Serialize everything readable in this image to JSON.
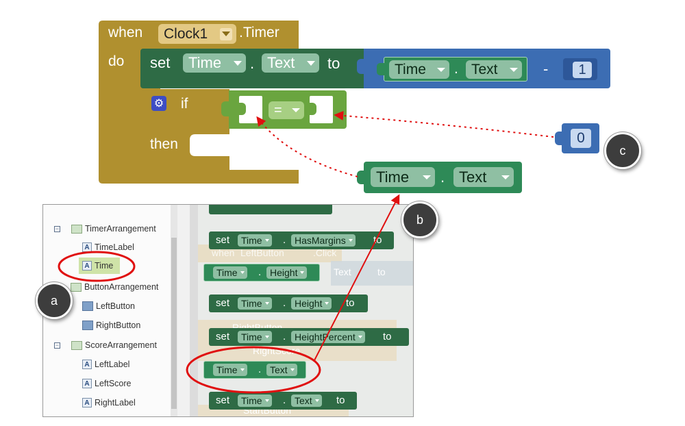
{
  "event_block": {
    "when": "when",
    "component": "Clock1",
    "event": ".Timer",
    "do": "do"
  },
  "set_block": {
    "set": "set",
    "component": "Time",
    "dot": ".",
    "property": "Text",
    "to": "to"
  },
  "subtract_block": {
    "component": "Time",
    "dot": ".",
    "property": "Text",
    "operator": "-",
    "number": "1"
  },
  "if_block": {
    "if": "if",
    "then": "then",
    "compare_operator": "="
  },
  "zero_block": {
    "number": "0"
  },
  "getter_block": {
    "component": "Time",
    "dot": ".",
    "property": "Text"
  },
  "badges": {
    "a": "a",
    "b": "b",
    "c": "c"
  },
  "tree": {
    "items": [
      {
        "label": "TimerArrangement",
        "type": "arrangement",
        "expand": "⊟"
      },
      {
        "label": "TimeLabel",
        "type": "label"
      },
      {
        "label": "Time",
        "type": "label"
      },
      {
        "label": "ButtonArrangement",
        "type": "arrangement",
        "expand": "⊟"
      },
      {
        "label": "LeftButton",
        "type": "button"
      },
      {
        "label": "RightButton",
        "type": "button"
      },
      {
        "label": "ScoreArrangement",
        "type": "arrangement",
        "expand": "⊟"
      },
      {
        "label": "LeftLabel",
        "type": "label"
      },
      {
        "label": "LeftScore",
        "type": "label"
      },
      {
        "label": "RightLabel",
        "type": "label"
      }
    ]
  },
  "drawer": {
    "set_word": "set",
    "to_word": "to",
    "dot": ".",
    "blocks": [
      {
        "kind": "setter",
        "component": "Time",
        "property": "HasMargins"
      },
      {
        "kind": "getter",
        "component": "Time",
        "property": "Height"
      },
      {
        "kind": "setter",
        "component": "Time",
        "property": "Height"
      },
      {
        "kind": "setter",
        "component": "Time",
        "property": "HeightPercent"
      },
      {
        "kind": "getter",
        "component": "Time",
        "property": "Text"
      },
      {
        "kind": "setter",
        "component": "Time",
        "property": "Text"
      }
    ],
    "ghost": {
      "when": "when",
      "left_button": "LeftButton",
      "click": ".Click",
      "text": "Text",
      "to": "to",
      "right_button": "RightButton",
      "right_score": "RightScore",
      "start_button": "StartButton"
    }
  },
  "colors": {
    "event": "#b0902f",
    "setter": "#2e6b45",
    "math": "#3c6db3",
    "logic": "#6aa53f",
    "pill": "#8fbfa3",
    "arrow": "#e01010"
  }
}
